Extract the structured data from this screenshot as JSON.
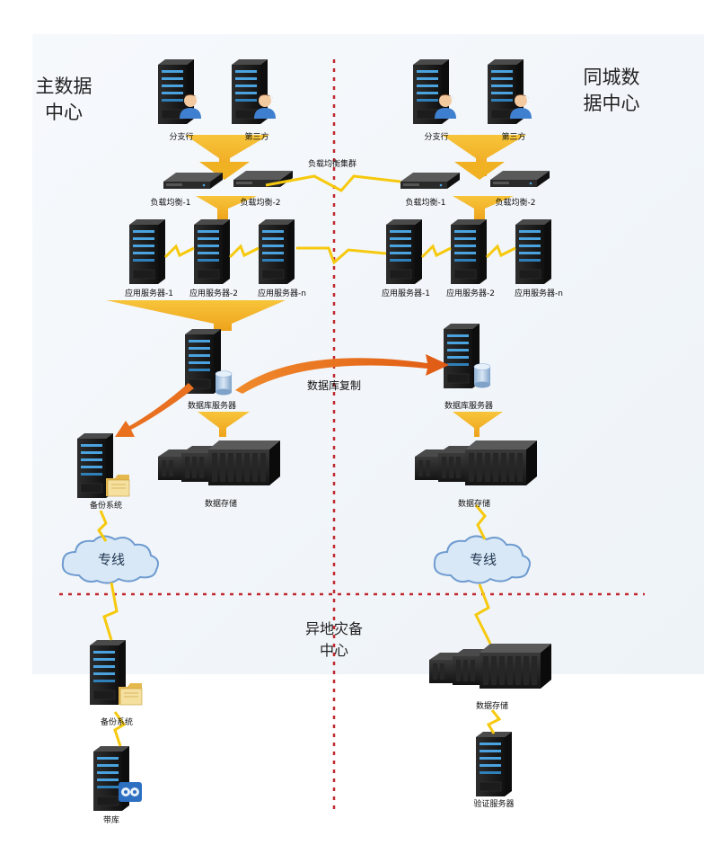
{
  "regions": {
    "main": "主数据\n中心",
    "same_city": "同城数\n据中心",
    "remote": "异地灾备\n中心"
  },
  "main_dc": {
    "client_1": "分支行",
    "client_2": "第三方",
    "lb_1": "负载均衡-1",
    "lb_2": "负载均衡-2",
    "app_1": "应用服务器-1",
    "app_2": "应用服务器-2",
    "app_n": "应用服务器-n",
    "db": "数据库服务器",
    "backup": "备份系统",
    "storage": "数据存储",
    "line": "专线"
  },
  "city_dc": {
    "client_1": "分支行",
    "client_2": "第三方",
    "lb_1": "负载均衡-1",
    "lb_2": "负载均衡-2",
    "app_1": "应用服务器-1",
    "app_2": "应用服务器-2",
    "app_n": "应用服务器-n",
    "db": "数据库服务器",
    "storage": "数据存储",
    "line": "专线"
  },
  "remote_dc": {
    "backup": "备份系统",
    "tape": "带库",
    "storage": "数据存储",
    "verify": "验证服务器"
  },
  "links": {
    "lb_cluster": "负载均衡集群",
    "db_replication": "数据库复制"
  },
  "colors": {
    "divider": "#c0282d",
    "bolt": "#f6c90e",
    "arrow_orange": "#e87722",
    "funnel": "#f3b026"
  }
}
